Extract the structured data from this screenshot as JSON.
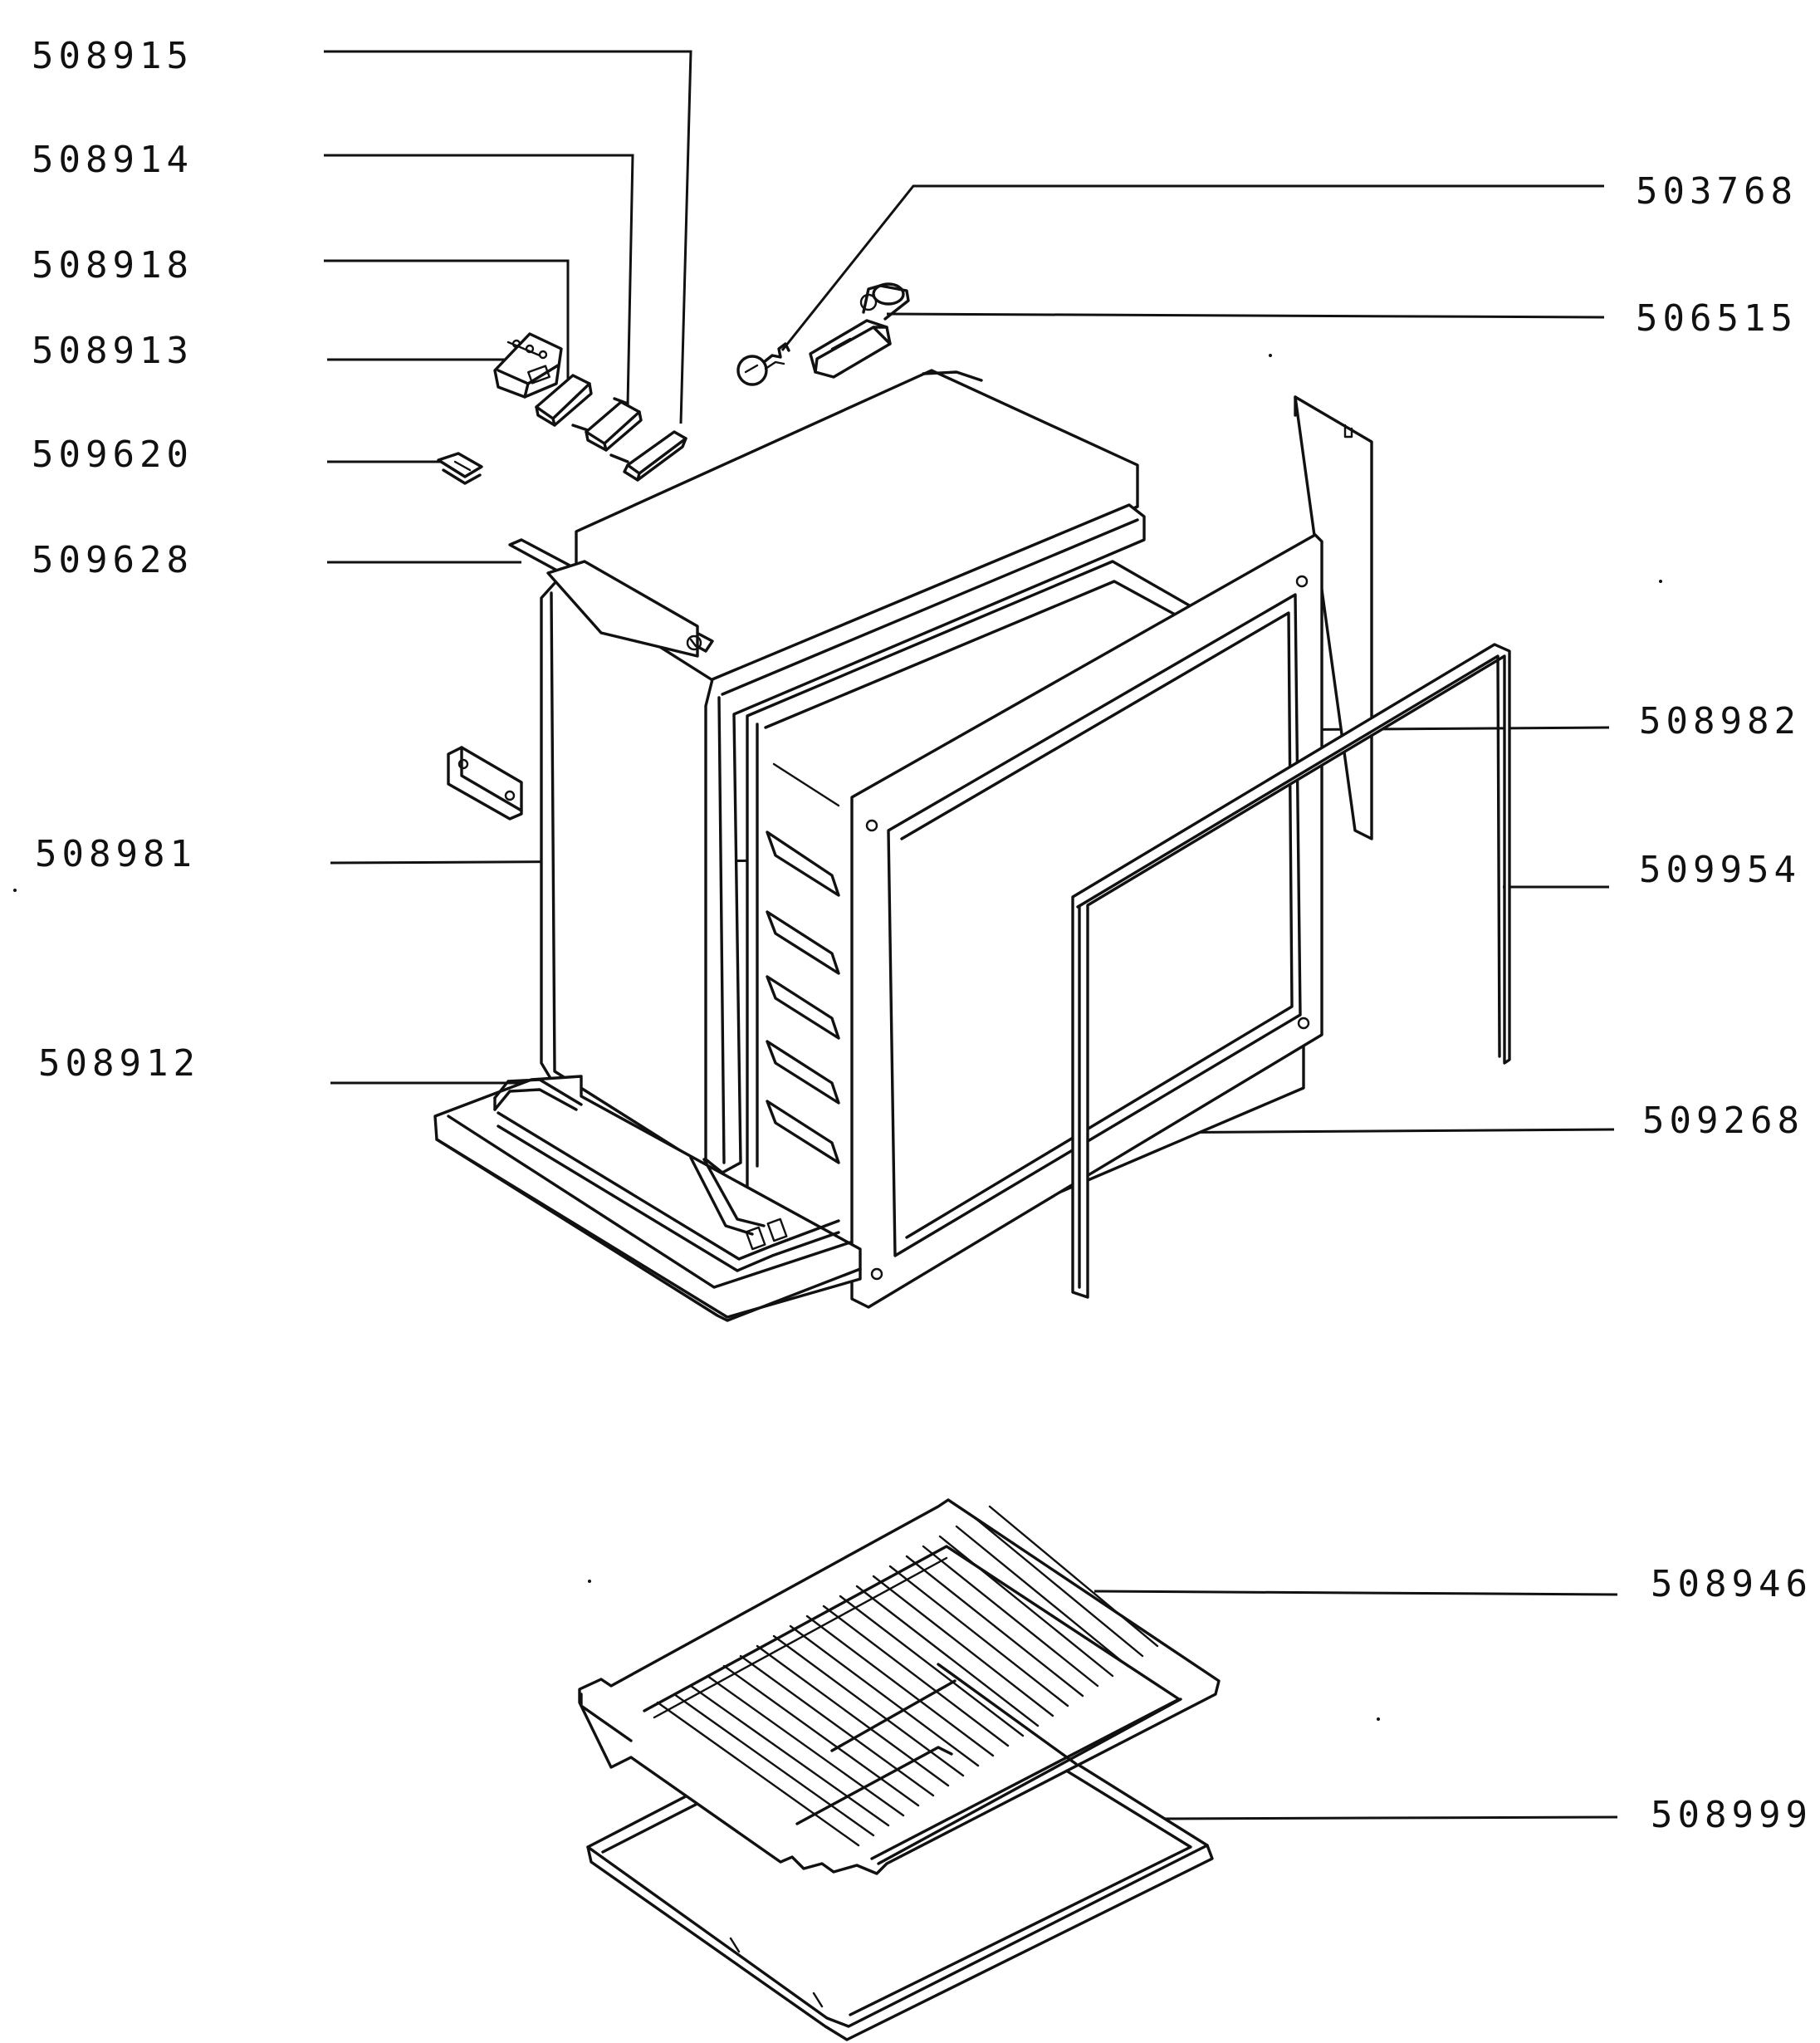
{
  "labels": [
    {
      "id": "508915",
      "text": "508915"
    },
    {
      "id": "508914",
      "text": "508914"
    },
    {
      "id": "508918",
      "text": "508918"
    },
    {
      "id": "508913",
      "text": "508913"
    },
    {
      "id": "509620",
      "text": "509620"
    },
    {
      "id": "509628",
      "text": "509628"
    },
    {
      "id": "508981",
      "text": "508981"
    },
    {
      "id": "508912",
      "text": "508912"
    },
    {
      "id": "503768",
      "text": "503768"
    },
    {
      "id": "506515",
      "text": "506515"
    },
    {
      "id": "508982",
      "text": "508982"
    },
    {
      "id": "509954",
      "text": "509954"
    },
    {
      "id": "509268",
      "text": "509268"
    },
    {
      "id": "508946",
      "text": "508946"
    },
    {
      "id": "508999",
      "text": "508999"
    }
  ]
}
